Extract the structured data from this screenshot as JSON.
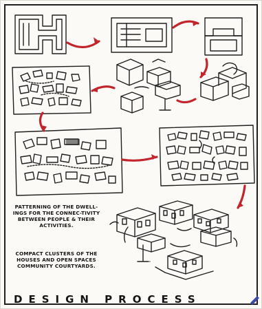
{
  "captions": {
    "patterning": "PATTERNING OF THE DWELL-INGS FOR THE CONNEC-TIVITY BETWEEN PEOPLE & THEIR ACTIVITIES.",
    "clusters": "COMPACT CLUSTERS OF THE HOUSES AND OPEN SPACES COMMUNITY COURTYARDS."
  },
  "title": "DESIGN PROCESS",
  "colors": {
    "ink": "#1f1f1f",
    "arrow": "#c2262c",
    "paper": "#fbfaf6"
  }
}
